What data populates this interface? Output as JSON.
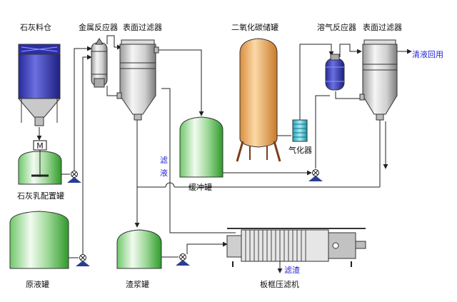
{
  "labels": {
    "lime_silo": "石灰料仓",
    "metal_reactor": "金属反应器",
    "surface_filter_1": "表面过滤器",
    "co2_tank": "二氧化碳储罐",
    "gas_reactor": "溶气反应器",
    "surface_filter_2": "表面过滤器",
    "clear_liquid_return": "清液回用",
    "vaporizer": "气化器",
    "filtrate_1": "滤液",
    "buffer_tank": "缓冲罐",
    "lime_milk_tank": "石灰乳配置罐",
    "raw_liquid_tank": "原液罐",
    "slurry_tank": "渣浆罐",
    "filter_press": "板框压滤机",
    "filtrate_2": "滤渣",
    "motor_mark": "M"
  },
  "colors": {
    "green_tank": "#4fb34a",
    "silo_blue": "#3b3fbf",
    "co2_tank": "#e8a85a",
    "reactor_blue": "#3a43b8",
    "vaporizer": "#46c6d8",
    "pump_blue": "#2a3d8f",
    "label_blue": "#2323d8"
  }
}
